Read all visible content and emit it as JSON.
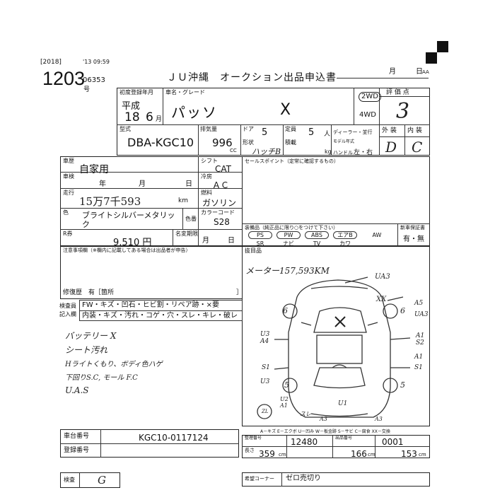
{
  "header": {
    "year_tag": "[2018]",
    "stamp_date": "'13 09:59",
    "lot_no": "1203",
    "lot_sub": "06353",
    "title": "ＪＵ沖縄　オークション出品申込書",
    "month_label": "月",
    "day_label": "日",
    "day_suffix": "AA"
  },
  "form": {
    "no_label": "号",
    "first_reg_label": "初度登録年月",
    "era": "平成",
    "reg_year": "18",
    "reg_month": "6",
    "month_unit": "月",
    "car_name_label": "車名・グレード",
    "car_name": "パッソ",
    "grade": "X",
    "drive_2wd": "2WD",
    "drive_4wd": "4WD",
    "rating_label": "評 価 点",
    "rating": "3",
    "model_label": "型式",
    "model": "DBA-KGC10",
    "displacement_label": "排気量",
    "displacement": "996",
    "cc": "CC",
    "doors_label": "ドア",
    "doors": "5",
    "capacity_label": "定員",
    "capacity": "5",
    "person_unit": "人",
    "dealer_label": "ディーラー・並行",
    "shape_label": "形状",
    "shape": "ハッチB",
    "load_label": "積載",
    "kg": "kg",
    "model_year_label": "モデル年式",
    "handle_label": "ハンドル",
    "handle": "左・右",
    "exterior_label": "外 装",
    "interior_label": "内 装",
    "exterior_grade": "D",
    "interior_grade": "C",
    "use_label": "車歴",
    "use": "自家用",
    "shift_label": "シフト",
    "shift": "CAT",
    "inspection_label": "車検",
    "inspection_year": "年",
    "inspection_month": "月",
    "inspection_day": "日",
    "ac_label": "冷房",
    "ac": "ＡＣ",
    "mileage_label": "走行",
    "mileage": "15万7千593",
    "km": "km",
    "fuel_label": "燃料",
    "fuel": "ガソリン",
    "color_label": "色",
    "color": "ブライトシルバーメタリック",
    "color_no_label": "色番",
    "color_code_label": "カラーコード",
    "color_code": "S28",
    "recycle_label": "R券",
    "recycle": "9,510 円",
    "name_change_label": "名変期限",
    "name_change_month": "月",
    "name_change_day": "日",
    "sales_point_label": "セールスポイント（定常に確認するもの）",
    "equipment_label": "装備品（純正品に限り○をつけて下さい）",
    "equipment": [
      "PS",
      "PW",
      "ABS",
      "エアB",
      "AW",
      "SR",
      "ナビ",
      "TV",
      "カワ"
    ],
    "new_car_warranty_label": "新車保証書",
    "new_car_warranty": "有・無",
    "notes_label": "注意事項",
    "notes_sub": "注意事項欄（※欄内に記載してある場合は出品者が申告）",
    "extra_label": "抜目品",
    "repair_history_label": "修復歴　有［箇所",
    "repair_history_close": "］",
    "checks_outer_label": "検査員",
    "checks_outer": "FW・キズ・凹石・ヒビ割・リペア跡・×要",
    "checks_inner_label": "記入欄",
    "checks_inner": "内装・キズ・汚れ・コゲ・穴・スレ・キレ・破レ",
    "chassis_label": "車台番号",
    "chassis": "KGC10-0117124",
    "plate_label": "登録番号",
    "sizes_label": "長さ",
    "serial_label": "整理番号",
    "serial": "12480",
    "length": "359",
    "width": "166",
    "height": "153",
    "cm": "cm",
    "code_label": "出品番号",
    "code": "0001",
    "inspector_label": "検査",
    "corner_label": "希望コーナー",
    "corner": "ゼロ売切り",
    "legend": "A－キズ  E－エクボ  U－凹み  W－板金跡  S－サビ  C－腐食  XX－交換"
  },
  "handwritten": {
    "mileage_note": "メーター157,593KM",
    "notes_lines": [
      "バッテリー X",
      "シート汚れ",
      "Hライトくもり、ボディ色ハゲ",
      "下回りS.C, モール F.C",
      "U.A.S"
    ],
    "marks": [
      "UA3",
      "XX",
      "X",
      "6",
      "6",
      "A5",
      "UA3",
      "U3 A4",
      "A1 S2",
      "S1",
      "A1",
      "S1",
      "U3",
      "5",
      "5",
      "U2 A1",
      "U1",
      "スレ",
      "A3",
      "A3",
      "ZL"
    ],
    "inspector_sign": "G"
  }
}
